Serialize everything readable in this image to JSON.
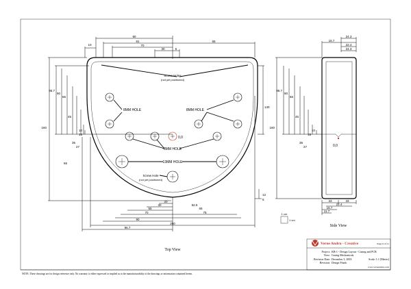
{
  "drawing": {
    "top_view": {
      "label": "Top View",
      "dims_top": [
        "10",
        "90",
        "81",
        "70",
        "30",
        "5",
        "65"
      ],
      "dims_left": [
        "160",
        "95.7",
        "90",
        "65",
        "45",
        "35",
        "27",
        "15",
        "10"
      ],
      "dims_bottom": [
        "20",
        "30",
        "52.6",
        "55",
        "65",
        "70",
        "75",
        "90",
        "200",
        "96.7"
      ],
      "dims_right": [
        "130",
        "12",
        "5"
      ],
      "notes": {
        "screw_holes": "Screw Holes",
        "screw_holes_sub": "(not yet positioned)",
        "screw_hole": "Screw Hole",
        "screw_hole_sub": "(not yet positioned)",
        "hole_8_left": "8MM HOLE",
        "hole_8_right": "8MM HOLE",
        "hole_8_center": "8MM HOLE",
        "hole_13": "13MM HOLE",
        "origin": "0,0"
      }
    },
    "side_view": {
      "label": "Side View",
      "origin": "0,0",
      "dims_top": [
        "15.7",
        "24.3",
        "22.4",
        "24.3"
      ],
      "dims_left": [
        "160",
        "95.7",
        "90",
        "65",
        "45",
        "35",
        "27",
        "15",
        "10"
      ],
      "dims_bottom": [
        "33",
        "33",
        "22.4",
        "15.7",
        "11.7"
      ]
    },
    "scale_box": {
      "h": "1 cm",
      "v": "1 cm"
    }
  },
  "title_block": {
    "company": "Verne Andru - Creative",
    "page": "Page 6 of 21",
    "rows": [
      {
        "label": "Project:",
        "value": "KB-1 - Design Layout - Casing and PCB"
      },
      {
        "label": "View:",
        "value": "Casing Mechanicals"
      },
      {
        "label": "Revision Date:",
        "value": "December 3, 2003",
        "extra": "Scale: 1:1 [Metric]"
      },
      {
        "label": "Revision:",
        "value": "Design Finals"
      }
    ],
    "url": "www.verneandru.com"
  },
  "footer": {
    "note": "NOTE: These drawings are for design reference only. No warranty is either expressed or implied as to the manufacturability of the drawings or information contained herein."
  },
  "colors": {
    "line": "#000000",
    "accent": "#c0392b",
    "paper": "#ffffff"
  }
}
